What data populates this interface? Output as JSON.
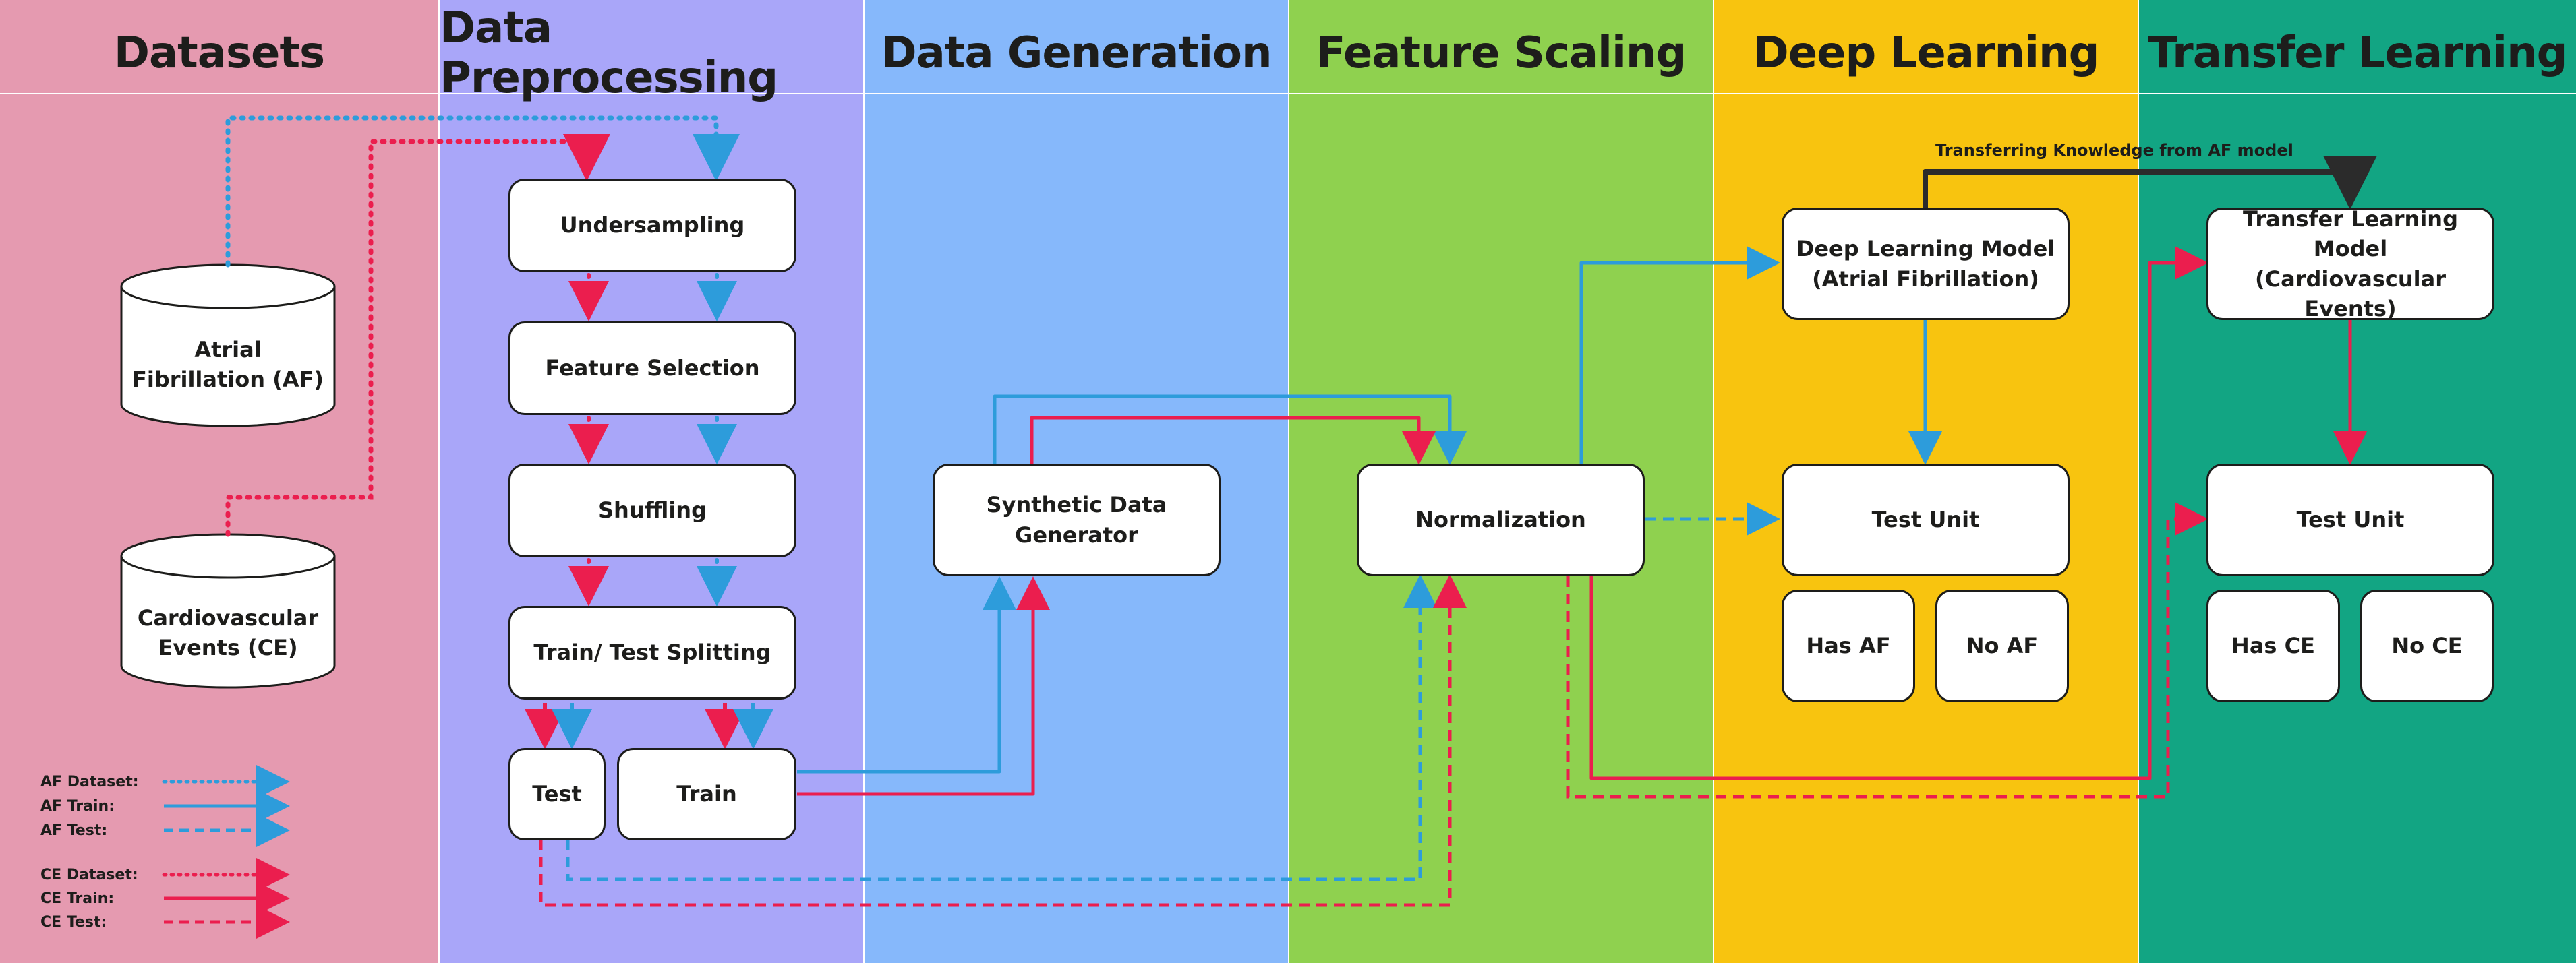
{
  "columns": [
    {
      "title": "Datasets",
      "color": "#E59AB0"
    },
    {
      "title": "Data Preprocessing",
      "color": "#A9A6F9"
    },
    {
      "title": "Data Generation",
      "color": "#86B8FB"
    },
    {
      "title": "Feature Scaling",
      "color": "#8FD14F"
    },
    {
      "title": "Deep Learning",
      "color": "#F8C40F"
    },
    {
      "title": "Transfer Learning",
      "color": "#12A583"
    }
  ],
  "datasets": {
    "af_line1": "Atrial",
    "af_line2": "Fibrillation (AF)",
    "ce_line1": "Cardiovascular",
    "ce_line2": "Events (CE)"
  },
  "preprocessing": {
    "undersampling": "Undersampling",
    "feature_selection": "Feature Selection",
    "shuffling": "Shuffling",
    "split": "Train/ Test Splitting",
    "test": "Test",
    "train": "Train"
  },
  "generation": {
    "generator": "Synthetic Data Generator"
  },
  "scaling": {
    "normalization": "Normalization"
  },
  "deep_learning": {
    "model_line1": "Deep Learning Model",
    "model_line2": "(Atrial Fibrillation)",
    "test_unit": "Test Unit",
    "has": "Has AF",
    "no": "No AF"
  },
  "transfer_learning": {
    "model_line1": "Transfer Learning Model",
    "model_line2": "(Cardiovascular Events)",
    "test_unit": "Test Unit",
    "has": "Has CE",
    "no": "No CE",
    "transfer_note": "Transferring Knowledge from AF model"
  },
  "legend": {
    "af_dataset": "AF Dataset:",
    "af_train": "AF Train:",
    "af_test": "AF Test:",
    "ce_dataset": "CE Dataset:",
    "ce_train": "CE Train:",
    "ce_test": "CE Test:"
  },
  "colors": {
    "af": "#2D9CDB",
    "ce": "#EB1E4E",
    "transfer_arrow": "#2B2B2B",
    "box_border": "#1D1D1B"
  },
  "line_styles": {
    "dataset": "dotted",
    "train": "solid",
    "test": "dashed"
  }
}
